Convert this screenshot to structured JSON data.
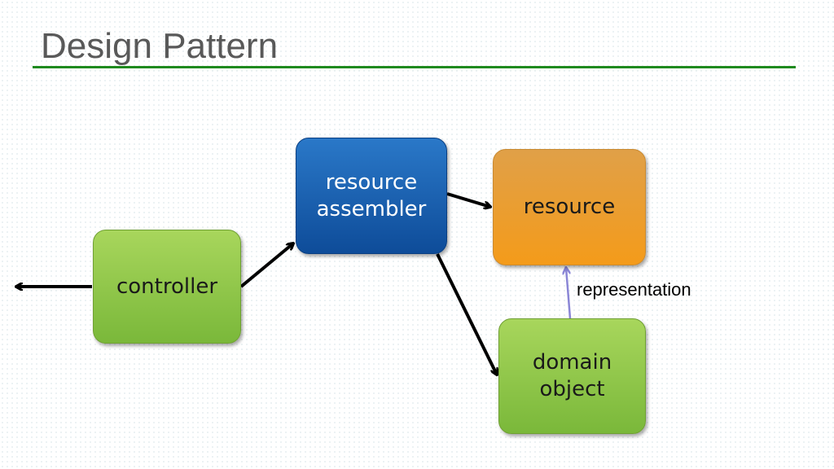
{
  "slide": {
    "title": "Design Pattern"
  },
  "nodes": {
    "controller": {
      "label": "controller",
      "color": "#8dc449"
    },
    "resource_assembler": {
      "label": "resource\nassembler",
      "color": "#175fb0"
    },
    "resource": {
      "label": "resource",
      "color": "#eb9c2e"
    },
    "domain_object": {
      "label": "domain\nobject",
      "color": "#8dc449"
    }
  },
  "edges": [
    {
      "from": "controller",
      "to": "outside",
      "label": ""
    },
    {
      "from": "controller",
      "to": "resource_assembler",
      "label": ""
    },
    {
      "from": "resource_assembler",
      "to": "resource",
      "label": ""
    },
    {
      "from": "resource_assembler",
      "to": "domain_object",
      "label": ""
    },
    {
      "from": "domain_object",
      "to": "resource",
      "label": "representation",
      "color": "#8a86d6"
    }
  ],
  "accent_color": "#1e8a1e"
}
